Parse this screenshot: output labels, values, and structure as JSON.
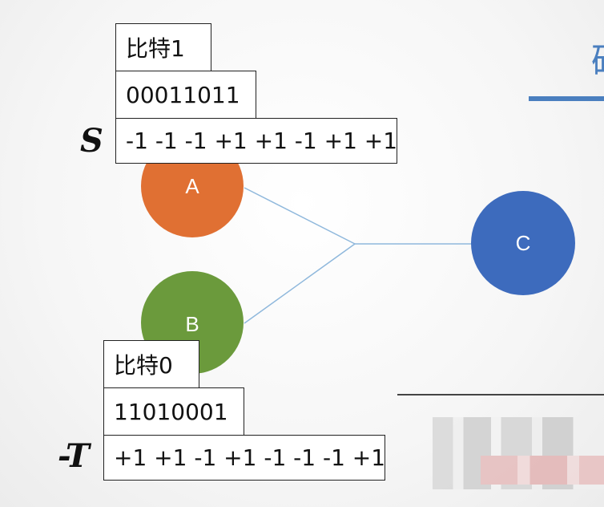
{
  "colors": {
    "node_a": "#e07033",
    "node_b": "#6b9a3c",
    "node_c": "#3d6bbd",
    "edge": "#8fb8dc",
    "accent": "#4a7fbf"
  },
  "nodes": {
    "a": {
      "label": "A"
    },
    "b": {
      "label": "B"
    },
    "c": {
      "label": "C"
    }
  },
  "station_a": {
    "bit_label": "比特1",
    "chip_sequence": "00011011",
    "chip_vector": "-1 -1 -1 +1 +1 -1 +1 +1",
    "vector_name": "S"
  },
  "station_b": {
    "bit_label": "比特0",
    "chip_sequence": "11010001",
    "chip_vector": "+1 +1 -1 +1 -1 -1 -1 +1",
    "vector_name": "-T"
  }
}
